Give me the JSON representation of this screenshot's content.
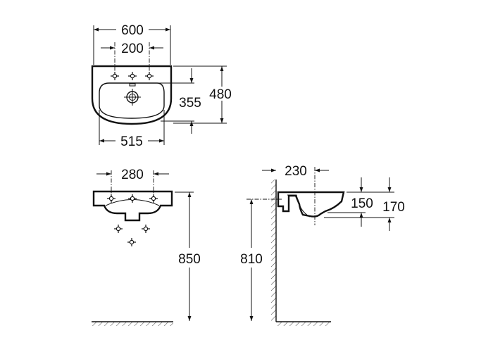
{
  "drawing": {
    "top_view": {
      "width_overall": "600",
      "tap_spacing": "200",
      "bowl_depth": "355",
      "depth_overall": "480",
      "bowl_width": "515"
    },
    "front_view": {
      "hole_spacing": "280",
      "rim_height": "850"
    },
    "side_view": {
      "wall_to_center": "230",
      "bowl_inner_depth": "150",
      "total_depth": "170",
      "fixing_height": "810"
    },
    "colors": {
      "line": "#111111",
      "background": "#ffffff"
    }
  }
}
